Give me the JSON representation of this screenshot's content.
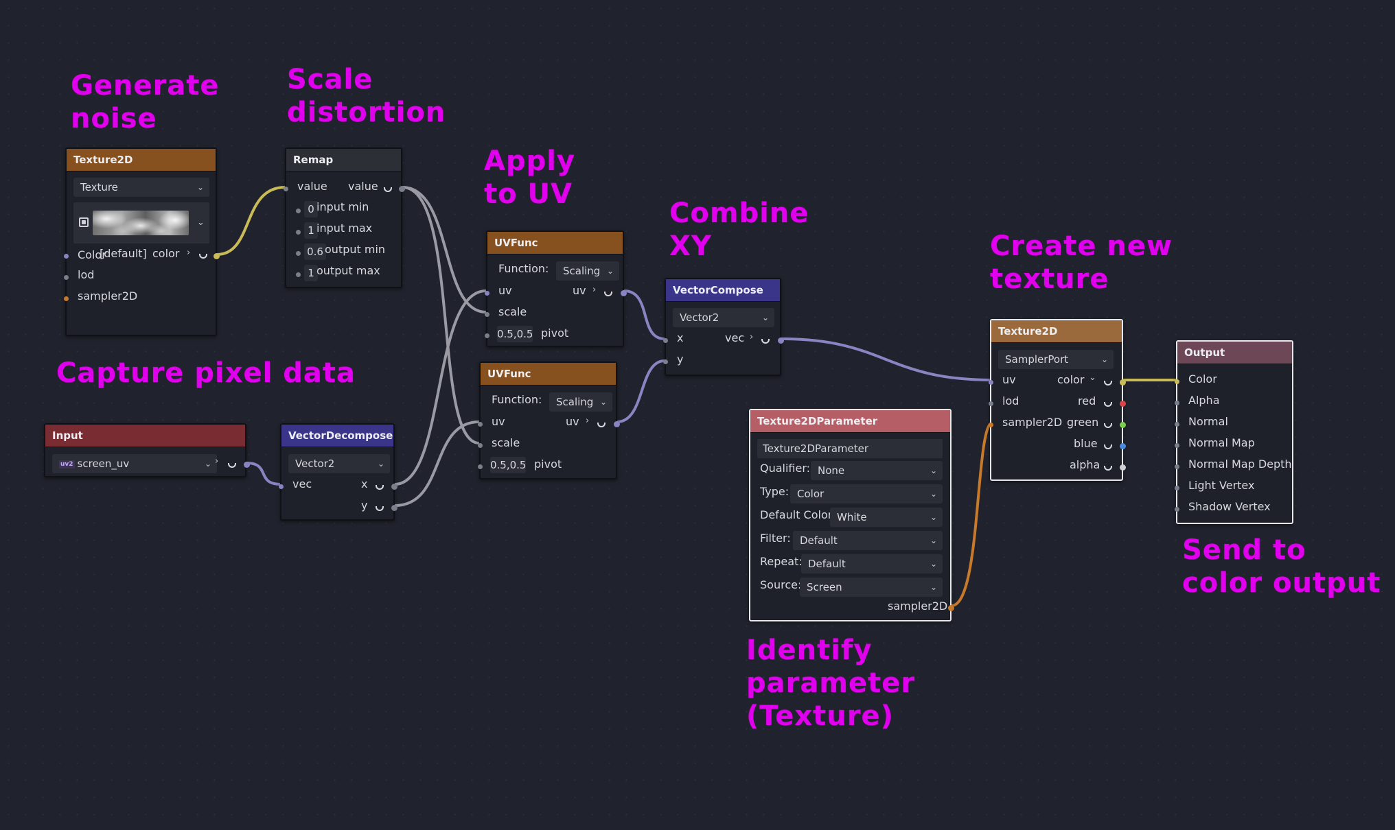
{
  "annotations": {
    "generate_noise": "Generate\nnoise",
    "scale_distortion": "Scale\ndistortion",
    "apply_to_uv": "Apply\nto UV",
    "combine_xy": "Combine\nXY",
    "create_new_texture": "Create new\ntexture",
    "capture_pixel_data": "Capture pixel data",
    "identify_parameter": "Identify\nparameter\n(Texture)",
    "send_to_color_output": "Send to\ncolor output"
  },
  "nodes": {
    "texture2d_noise": {
      "title": "Texture2D",
      "mode": "Texture",
      "uv_default": "[default]",
      "uv_overlap": "Color",
      "out_color": "color",
      "lod": "lod",
      "sampler": "sampler2D"
    },
    "remap": {
      "title": "Remap",
      "in_value": "value",
      "out_value": "value",
      "input_min_val": "0",
      "input_min": "input min",
      "input_max_val": "1",
      "input_max": "input max",
      "output_min_val": "0.6",
      "output_min": "output min",
      "output_max_val": "1",
      "output_max": "output max"
    },
    "uvfunc_1": {
      "title": "UVFunc",
      "function_label": "Function:",
      "function_value": "Scaling",
      "uv": "uv",
      "out_uv": "uv",
      "scale": "scale",
      "pivot_val": "0.5,0.5",
      "pivot": "pivot"
    },
    "uvfunc_2": {
      "title": "UVFunc",
      "function_label": "Function:",
      "function_value": "Scaling",
      "uv": "uv",
      "out_uv": "uv",
      "scale": "scale",
      "pivot_val": "0.5,0.5",
      "pivot": "pivot"
    },
    "vector_compose": {
      "title": "VectorCompose",
      "type": "Vector2",
      "x": "x",
      "out_vec": "vec",
      "y": "y"
    },
    "input": {
      "title": "Input",
      "badge": "uv2",
      "value": "screen_uv"
    },
    "vector_decompose": {
      "title": "VectorDecompose",
      "type": "Vector2",
      "vec": "vec",
      "out_x": "x",
      "out_y": "y"
    },
    "texture2d_param": {
      "title": "Texture2DParameter",
      "name_value": "Texture2DParameter",
      "qualifier_label": "Qualifier:",
      "qualifier_value": "None",
      "type_label": "Type:",
      "type_value": "Color",
      "default_color_label": "Default Color:",
      "default_color_value": "White",
      "filter_label": "Filter:",
      "filter_value": "Default",
      "repeat_label": "Repeat:",
      "repeat_value": "Default",
      "source_label": "Source:",
      "source_value": "Screen",
      "out_sampler": "sampler2D"
    },
    "texture2d_new": {
      "title": "Texture2D",
      "mode": "SamplerPort",
      "uv": "uv",
      "out_color": "color",
      "lod": "lod",
      "out_red": "red",
      "sampler": "sampler2D",
      "out_green": "green",
      "out_blue": "blue",
      "out_alpha": "alpha"
    },
    "output": {
      "title": "Output",
      "color": "Color",
      "alpha": "Alpha",
      "normal": "Normal",
      "normal_map": "Normal Map",
      "normal_map_depth": "Normal Map Depth",
      "light_vertex": "Light Vertex",
      "shadow_vertex": "Shadow Vertex"
    }
  },
  "colors": {
    "annotation": "#e100ee",
    "wire_vec2": "#8a84c2",
    "wire_float": "#9a9aa4",
    "wire_color": "#c9bc58",
    "wire_sampler": "#c8792a",
    "background": "#20232d"
  }
}
